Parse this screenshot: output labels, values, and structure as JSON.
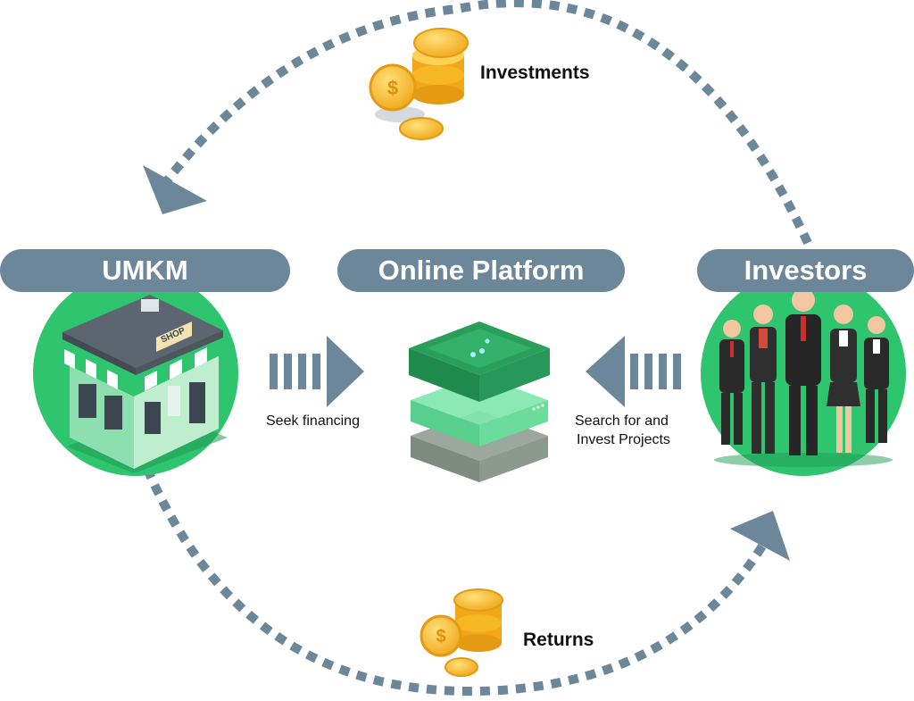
{
  "nodes": {
    "umkm": {
      "label": "UMKM"
    },
    "platform": {
      "label": "Online Platform"
    },
    "investors": {
      "label": "Investors"
    }
  },
  "flows": {
    "seek": {
      "label": "Seek financing"
    },
    "search": {
      "line1": "Search for and",
      "line2": "Invest Projects"
    }
  },
  "cycle": {
    "investments": {
      "label": "Investments"
    },
    "returns": {
      "label": "Returns"
    }
  },
  "shop_sign": "SHOP",
  "colors": {
    "pill": "#6b8799",
    "green": "#2fc46e",
    "dots": "#6b8799",
    "gold": "#f5b823"
  }
}
